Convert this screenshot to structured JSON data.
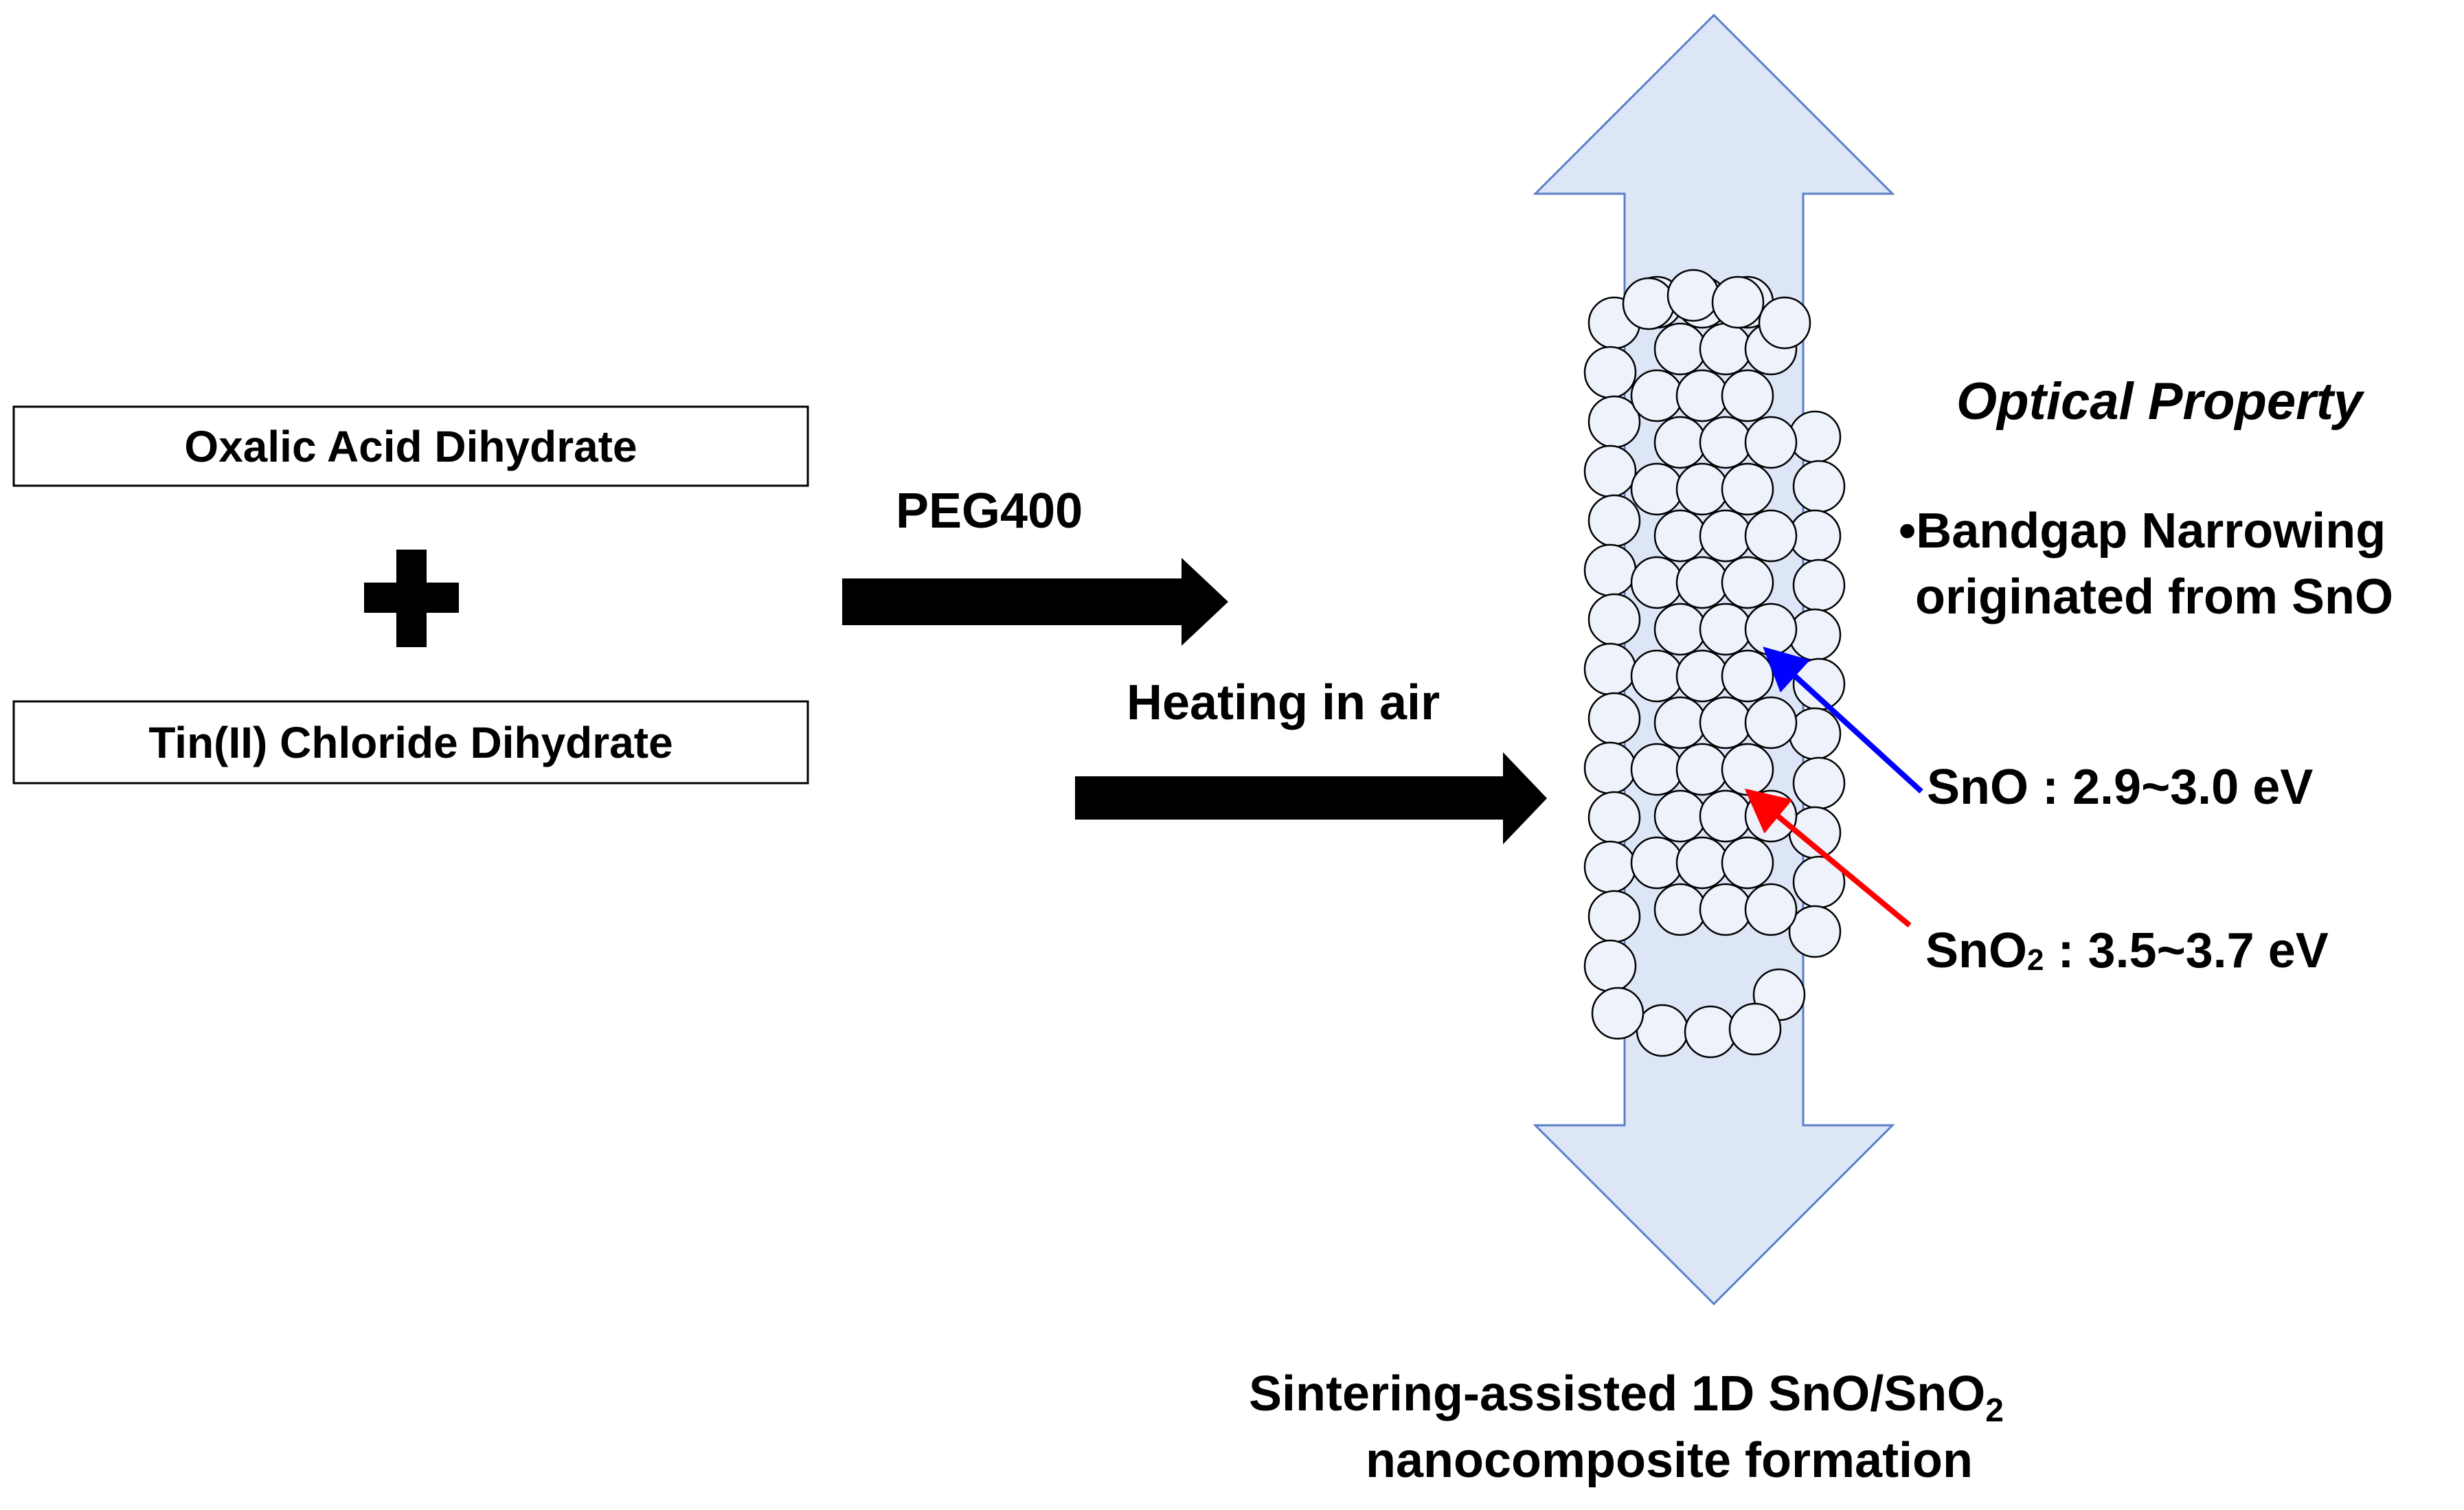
{
  "reactants": {
    "reactant_1": "Oxalic Acid Dihydrate",
    "reactant_2": "Tin(II) Chloride Dihydrate"
  },
  "steps": {
    "step_1": "PEG400",
    "step_2": "Heating in air"
  },
  "optical": {
    "title": "Optical Property",
    "bullet_line_1": "•Bandgap Narrowing",
    "bullet_line_2": "originated from SnO"
  },
  "bandgaps": {
    "sno_label": "SnO :  2.9~3.0 eV",
    "sno2_formula": "SnO",
    "sno2_subscript": "2",
    "sno2_value": " :  3.5~3.7 eV"
  },
  "caption": {
    "line_1_prefix": "Sintering-assisted 1D SnO/SnO",
    "line_1_subscript": "2",
    "line_2": "nanocomposite formation"
  },
  "colors": {
    "sno_arrow": "#0000ff",
    "sno2_arrow": "#ff0000",
    "growth_arrow_fill": "#dde6f7",
    "growth_arrow_stroke": "#5a7fc8",
    "particle_fill": "#eef2fb"
  }
}
